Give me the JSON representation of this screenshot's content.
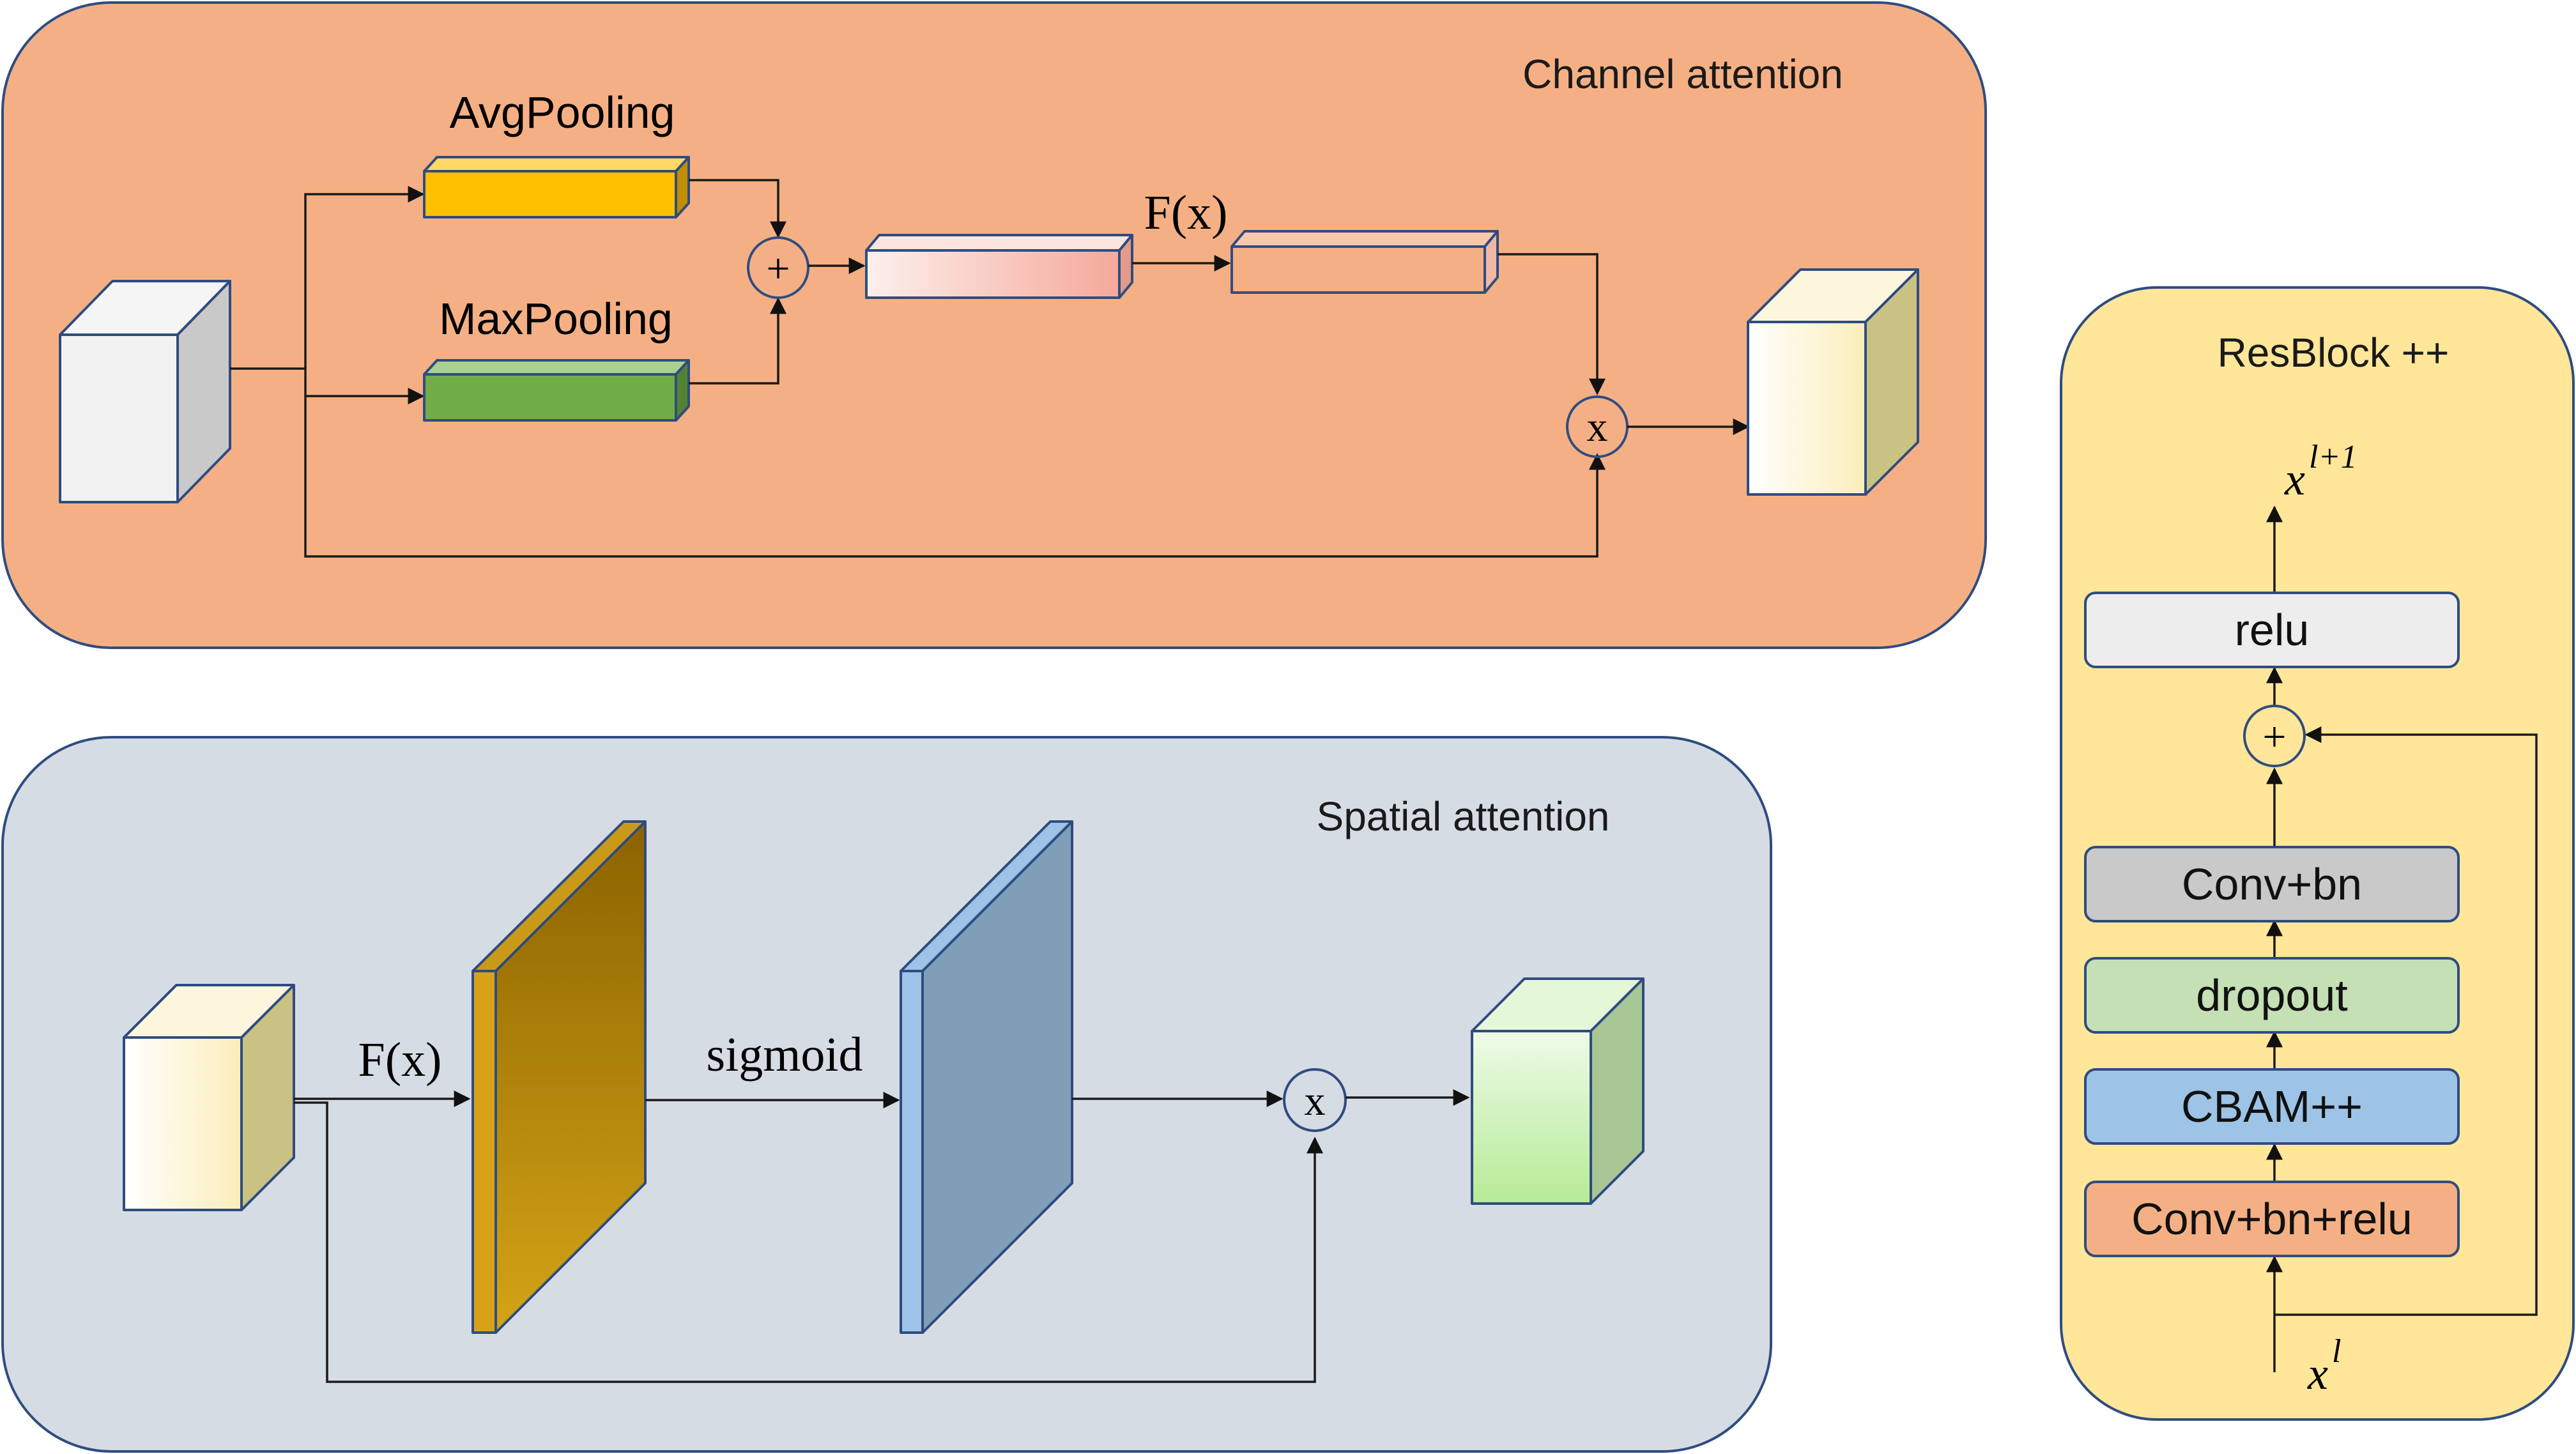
{
  "channel_attention": {
    "title": "Channel attention",
    "avgpool_label": "AvgPooling",
    "maxpool_label": "MaxPooling",
    "fx_label": "F(x)",
    "add_symbol": "+",
    "mul_symbol": "x"
  },
  "spatial_attention": {
    "title": "Spatial attention",
    "fx_label": "F(x)",
    "sigmoid_label": "sigmoid",
    "mul_symbol": "x"
  },
  "resblock": {
    "title": "ResBlock ++",
    "output_var": "x",
    "output_sup": "l+1",
    "input_var": "x",
    "input_sup": "l",
    "add_symbol": "+",
    "layers": {
      "relu": "relu",
      "conv_bn": "Conv+bn",
      "dropout": "dropout",
      "cbam": "CBAM++",
      "conv_bn_relu": "Conv+bn+relu"
    }
  },
  "colors": {
    "channel_panel": "#f4b084",
    "spatial_panel": "#d6dce4",
    "resblock_panel": "#ffe699",
    "panel_border": "#2f4c80",
    "avgpool": "#ffc000",
    "maxpool": "#70ad47",
    "relu_box": "#ededed",
    "conv_bn_box": "#c9c9c9",
    "dropout_box": "#c5e0b4",
    "cbam_box": "#9dc3e6",
    "conv_bn_relu_box": "#f4b084"
  }
}
